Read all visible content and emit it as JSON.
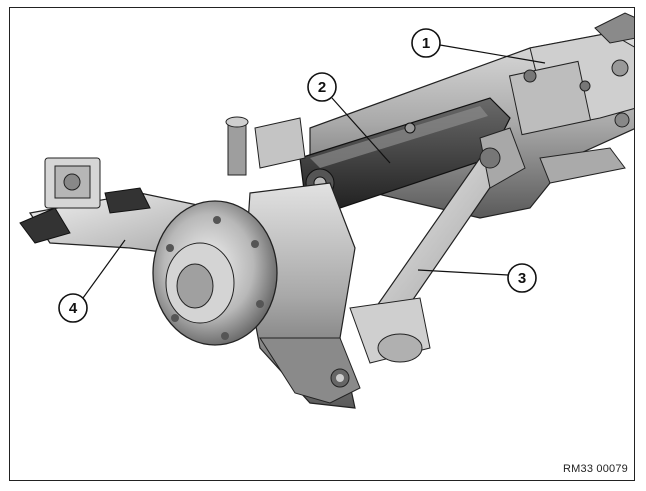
{
  "figure": {
    "reference_code": "RM33 00079",
    "callouts": [
      {
        "id": "1",
        "label": "1"
      },
      {
        "id": "2",
        "label": "2"
      },
      {
        "id": "3",
        "label": "3"
      },
      {
        "id": "4",
        "label": "4"
      }
    ]
  },
  "colors": {
    "frame": "#222222",
    "metal_light": "#d9d9d9",
    "metal_mid": "#a6a6a6",
    "metal_dark": "#4a4a4a",
    "shadow": "#1e1e1e"
  }
}
